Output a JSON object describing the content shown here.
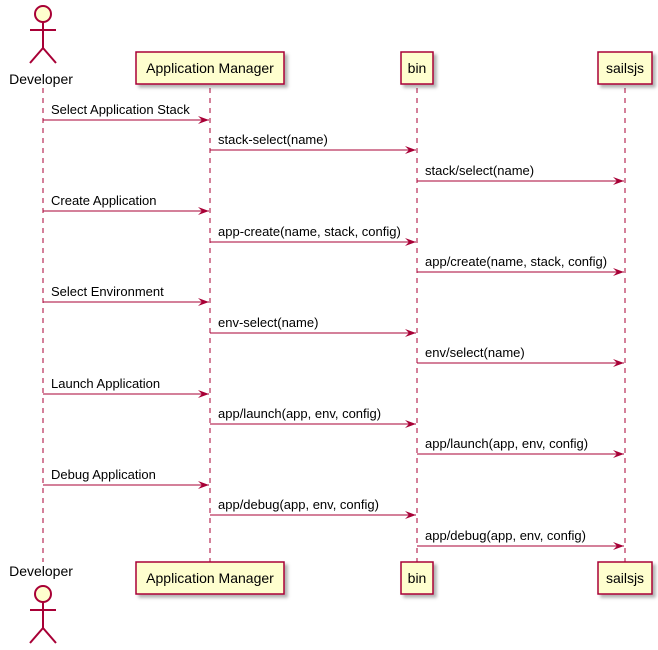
{
  "participants": [
    {
      "id": "dev",
      "label": "Developer",
      "kind": "actor"
    },
    {
      "id": "am",
      "label": "Application Manager",
      "kind": "box"
    },
    {
      "id": "bin",
      "label": "bin",
      "kind": "box"
    },
    {
      "id": "sails",
      "label": "sailsjs",
      "kind": "box"
    }
  ],
  "messages": [
    {
      "from": "dev",
      "to": "am",
      "label": "Select Application Stack"
    },
    {
      "from": "am",
      "to": "bin",
      "label": "stack-select(name)"
    },
    {
      "from": "bin",
      "to": "sails",
      "label": "stack/select(name)"
    },
    {
      "from": "dev",
      "to": "am",
      "label": "Create Application"
    },
    {
      "from": "am",
      "to": "bin",
      "label": "app-create(name, stack, config)"
    },
    {
      "from": "bin",
      "to": "sails",
      "label": "app/create(name, stack, config)"
    },
    {
      "from": "dev",
      "to": "am",
      "label": "Select Environment"
    },
    {
      "from": "am",
      "to": "bin",
      "label": "env-select(name)"
    },
    {
      "from": "bin",
      "to": "sails",
      "label": "env/select(name)"
    },
    {
      "from": "dev",
      "to": "am",
      "label": "Launch Application"
    },
    {
      "from": "am",
      "to": "bin",
      "label": "app/launch(app, env, config)"
    },
    {
      "from": "bin",
      "to": "sails",
      "label": "app/launch(app, env, config)"
    },
    {
      "from": "dev",
      "to": "am",
      "label": "Debug Application"
    },
    {
      "from": "am",
      "to": "bin",
      "label": "app/debug(app, env, config)"
    },
    {
      "from": "bin",
      "to": "sails",
      "label": "app/debug(app, env, config)"
    }
  ],
  "colors": {
    "line": "#A80036",
    "box_fill": "#FEFECE"
  }
}
